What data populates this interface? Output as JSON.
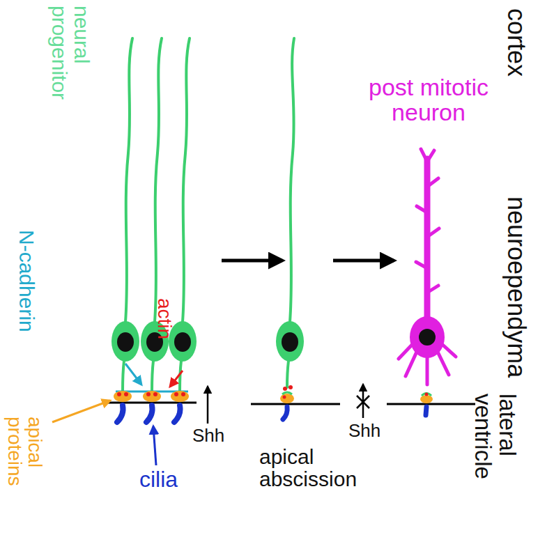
{
  "diagram": {
    "labels": [
      "cortex",
      "neural progenitor",
      "post mitotic neuron",
      "neuroependyma",
      "N-cadherin",
      "actin",
      "apical proteins",
      "Shh",
      "cilia",
      "apical abscission",
      "Shh",
      "lateral ventricle"
    ]
  }
}
